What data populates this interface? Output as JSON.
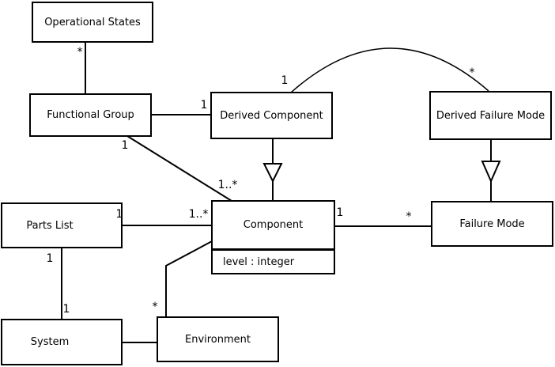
{
  "diagram": {
    "kind": "uml-class-diagram",
    "colors": {
      "background": "#ffffff",
      "line": "#000000",
      "text": "#000000",
      "node_fill": "#ffffff"
    },
    "nodes": {
      "operational_states": {
        "label": "Operational States"
      },
      "functional_group": {
        "label": "Functional Group"
      },
      "derived_component": {
        "label": "Derived Component"
      },
      "derived_failure_mode": {
        "label": "Derived Failure Mode"
      },
      "parts_list": {
        "label": "Parts List"
      },
      "component": {
        "label": "Component",
        "attributes": [
          "level : integer"
        ]
      },
      "failure_mode": {
        "label": "Failure Mode"
      },
      "system": {
        "label": "System"
      },
      "environment": {
        "label": "Environment"
      }
    },
    "edges": [
      {
        "source": "functional_group",
        "target": "operational_states",
        "relation": "association",
        "target_mult": "*"
      },
      {
        "source": "functional_group",
        "target": "derived_component",
        "relation": "association",
        "target_mult": "1"
      },
      {
        "source": "functional_group",
        "target": "component",
        "relation": "association",
        "source_mult": "1",
        "target_mult": "1..*"
      },
      {
        "source": "derived_component",
        "target": "component",
        "relation": "generalization"
      },
      {
        "source": "derived_component",
        "target": "derived_failure_mode",
        "relation": "association",
        "source_mult": "1",
        "target_mult": "*"
      },
      {
        "source": "derived_failure_mode",
        "target": "failure_mode",
        "relation": "generalization"
      },
      {
        "source": "parts_list",
        "target": "component",
        "relation": "association",
        "source_mult": "1",
        "target_mult": "1..*"
      },
      {
        "source": "component",
        "target": "failure_mode",
        "relation": "association",
        "source_mult": "1",
        "target_mult": "*"
      },
      {
        "source": "parts_list",
        "target": "system",
        "relation": "association",
        "source_mult": "1",
        "target_mult": "1"
      },
      {
        "source": "system",
        "target": "environment",
        "relation": "association"
      },
      {
        "source": "environment",
        "target": "component",
        "relation": "association",
        "source_mult": "*"
      }
    ]
  }
}
